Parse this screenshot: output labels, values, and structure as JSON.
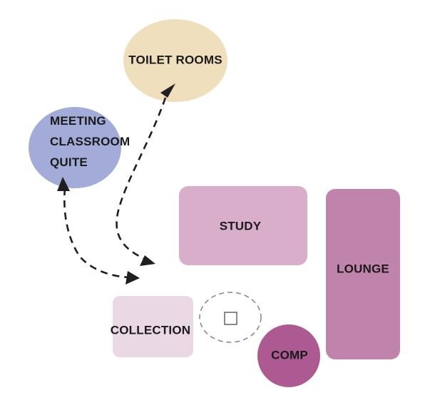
{
  "zones": {
    "toilet": {
      "label": "TOILET ROOMS",
      "color": "#f0dfbd"
    },
    "meeting": {
      "lines": [
        "MEETING",
        "CLASSROOM",
        "QUITE"
      ],
      "color": "#a3acd8"
    },
    "study": {
      "label": "STUDY",
      "color": "#d8aecb"
    },
    "lounge": {
      "label": "LOUNGE",
      "color": "#c083ab"
    },
    "collection": {
      "label": "COLLECTION",
      "color": "#ead9e4"
    },
    "comp": {
      "label": "COMP",
      "color": "#ae5a92"
    }
  },
  "circulation": {
    "arrows": [
      "toilet-rooms-to-collection",
      "meeting-to-collection"
    ],
    "line_color": "#1f1f1f"
  },
  "open_node": {
    "ring_color": "#8a8a8a"
  }
}
